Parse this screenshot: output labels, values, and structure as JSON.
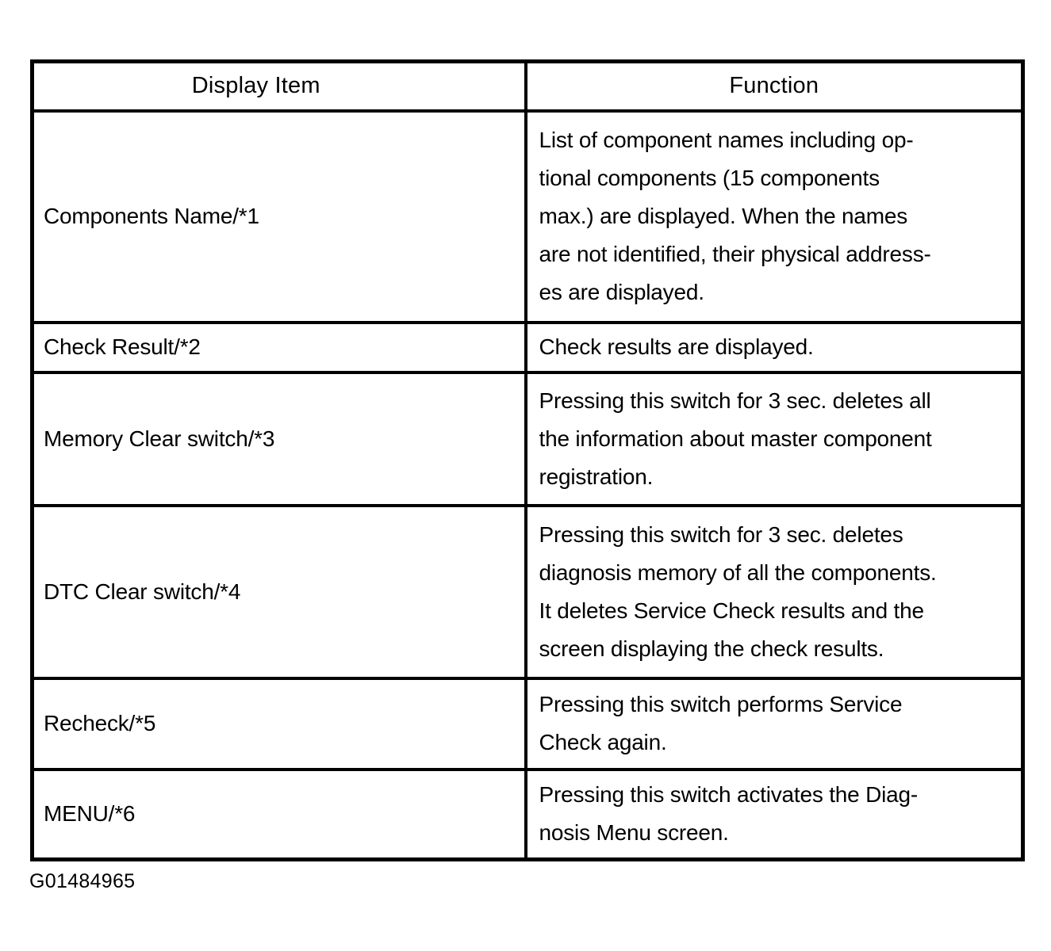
{
  "table": {
    "headers": {
      "display_item": "Display Item",
      "function": "Function"
    },
    "rows": [
      {
        "item": "Components Name/*1",
        "function": "List of component names including op-\ntional components (15 components\nmax.) are displayed. When the names\nare not identified, their physical address-\nes are displayed."
      },
      {
        "item": "Check Result/*2",
        "function": "Check results are displayed."
      },
      {
        "item": "Memory Clear switch/*3",
        "function": "Pressing this switch for 3 sec. deletes all\nthe information about master component\nregistration."
      },
      {
        "item": "DTC Clear switch/*4",
        "function": "Pressing this switch for 3 sec. deletes\ndiagnosis memory of all the components.\nIt deletes Service Check results and the\nscreen displaying the check results."
      },
      {
        "item": "Recheck/*5",
        "function": "Pressing this switch performs Service\nCheck again."
      },
      {
        "item": "MENU/*6",
        "function": "Pressing this switch activates the Diag-\nnosis Menu screen."
      }
    ]
  },
  "figure_id": "G01484965",
  "colors": {
    "ink": "#000000",
    "paper": "#ffffff"
  }
}
